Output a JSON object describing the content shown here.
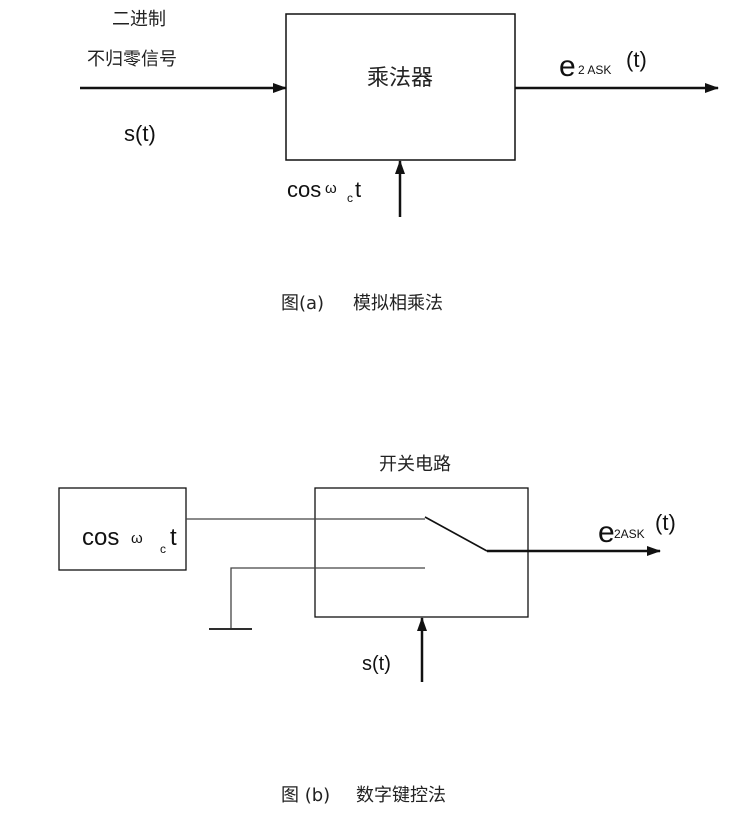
{
  "diagram_a": {
    "input_label_line1": "二进制",
    "input_label_line2": "不归零信号",
    "input_signal": "s(t)",
    "multiplier_label": "乘法器",
    "carrier_cos": "cos",
    "carrier_omega": "ω",
    "carrier_sub": "c",
    "carrier_t": "t",
    "output_e": "e",
    "output_sub": "2 ASK",
    "output_t": "(t)",
    "caption_prefix": "图(a)",
    "caption_text": "模拟相乘法"
  },
  "diagram_b": {
    "switch_circuit_label": "开关电路",
    "source_cos": "cos",
    "source_omega": "ω",
    "source_sub": "c",
    "source_t": "t",
    "control_signal": "s(t)",
    "output_e": "e",
    "output_sub": "2ASK",
    "output_t": "(t)",
    "caption_prefix": "图 (b)",
    "caption_text": "数字键控法"
  }
}
